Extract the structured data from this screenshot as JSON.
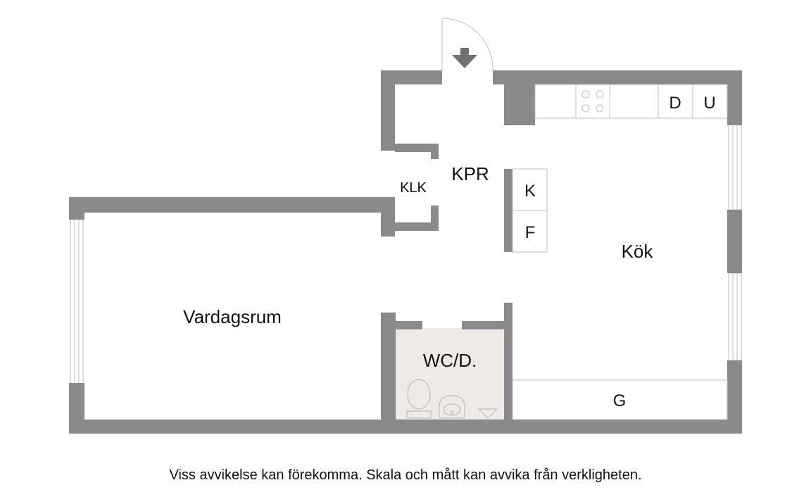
{
  "colors": {
    "wall": "#8a8a8a",
    "fixture_stroke": "#bdbdbd",
    "bathroom_floor": "#eeebe7",
    "text": "#111111"
  },
  "rooms": {
    "kpr": "KPR",
    "klk": "KLK",
    "kok": "Kök",
    "vardagsrum": "Vardagsrum",
    "wc": "WC/D."
  },
  "appliances": {
    "dishwasher": "D",
    "oven": "U",
    "fridge": "K",
    "freezer": "F",
    "wardrobe": "G"
  },
  "icons": {
    "entrance": "entrance-arrow-icon",
    "stove": "stove-icon",
    "toilet": "toilet-icon",
    "sink": "sink-icon",
    "drain": "floor-drain-icon"
  },
  "footer": {
    "disclaimer": "Viss avvikelse kan förekomma. Skala och mått kan avvika från verkligheten."
  }
}
